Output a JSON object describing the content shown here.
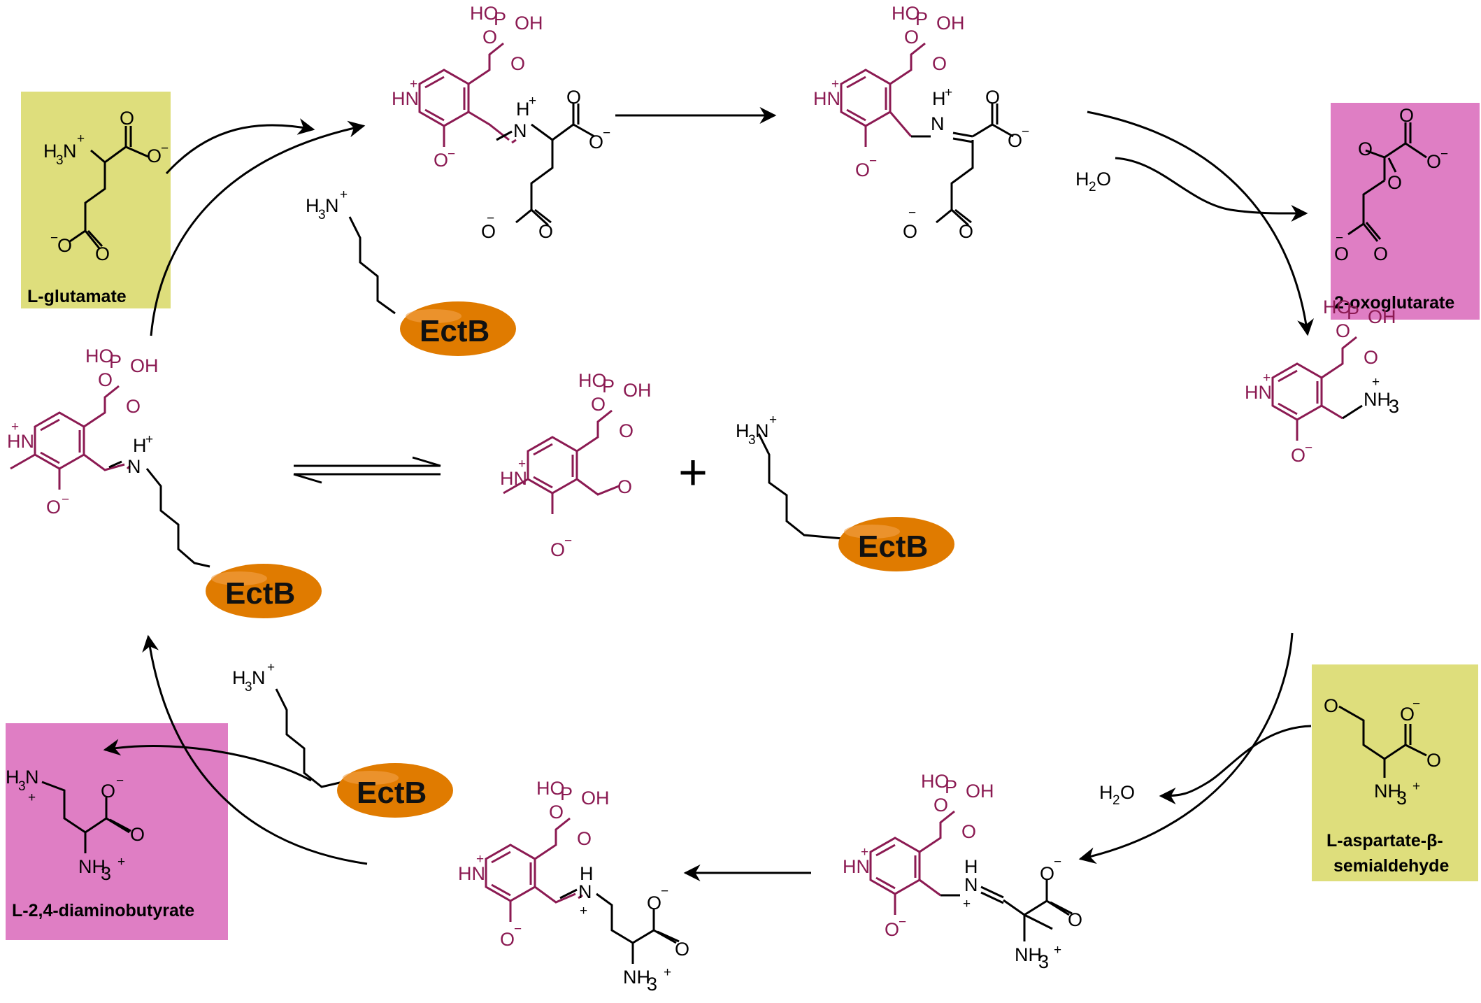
{
  "colors": {
    "plp": "#8b1a52",
    "black": "#000000",
    "enzyme": "#e07b00",
    "substrate_box": "#dede7c",
    "product_box": "#df7ec4"
  },
  "compounds": {
    "glutamate": "L-glutamate",
    "oxoglutarate": "2-oxoglutarate",
    "aspartate_semialdehyde_1": "L-aspartate-β-",
    "aspartate_semialdehyde_2": "semialdehyde",
    "diaminobutyrate": "L-2,4-diaminobutyrate"
  },
  "enzyme": "EctB",
  "water": {
    "H": "H",
    "sub": "2",
    "O": "O"
  },
  "plus_sign": "+",
  "atoms": {
    "HO": "HO",
    "OH": "OH",
    "P": "P",
    "O": "O",
    "N": "N",
    "H": "H",
    "HN": "HN",
    "H3": "H",
    "three": "3",
    "NH": "NH",
    "plus": "+",
    "minus": "−"
  }
}
